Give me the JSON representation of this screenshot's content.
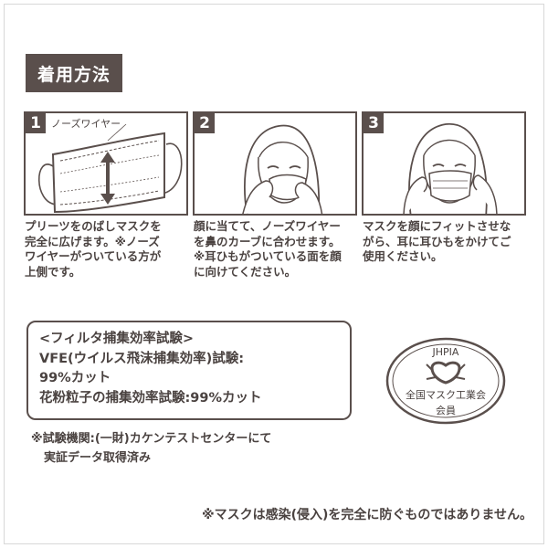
{
  "title": "着用方法",
  "steps": [
    {
      "number": "1",
      "label": "ノーズワイヤー",
      "lines": [
        "プリーツをのばしマスクを",
        "完全に広げます。※ノーズ",
        "ワイヤーがついている方が",
        "上側です。"
      ]
    },
    {
      "number": "2",
      "lines": [
        "顔に当てて、ノーズワイヤー",
        "を鼻のカーブに合わせます。",
        "※耳ひもがついている面を顔",
        "に向けてください。"
      ]
    },
    {
      "number": "3",
      "lines": [
        "マスクを顔にフィットさせな",
        "がら、耳に耳ひもをかけてご",
        "使用ください。"
      ]
    }
  ],
  "filter": {
    "heading": "<フィルタ捕集効率試験>",
    "lines": [
      "VFE(ウイルス飛沫捕集効率)試験:",
      "99%カット",
      "花粉粒子の捕集効率試験:99%カット"
    ]
  },
  "seal": {
    "top": "JHPIA",
    "middle": "全国マスク工業会",
    "bottom": "会員"
  },
  "note": [
    "※試験機関:(一財)カケンテストセンターにて",
    "実証データ取得済み"
  ],
  "disclaimer": "※マスクは感染(侵入)を完全に防ぐものではありません。",
  "colors": {
    "ink": "#5a4f4c",
    "text": "#4a4240",
    "background": "#ffffff"
  }
}
